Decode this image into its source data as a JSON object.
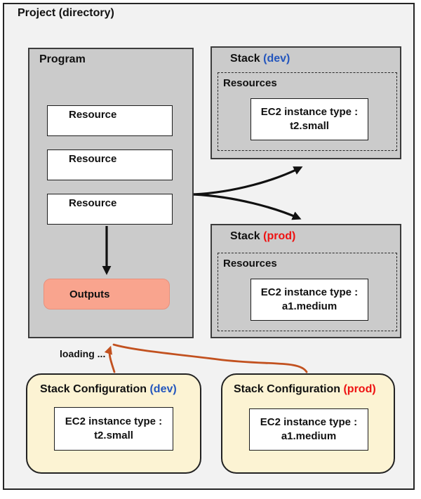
{
  "project_title": "Project (directory)",
  "program": {
    "title": "Program",
    "resources": [
      "Resource",
      "Resource",
      "Resource"
    ],
    "outputs_label": "Outputs"
  },
  "stacks": [
    {
      "name": "Stack",
      "env": "(dev)",
      "resources_label": "Resources",
      "instance": {
        "line1": "EC2 instance type :",
        "line2": "t2.small"
      }
    },
    {
      "name": "Stack",
      "env": "(prod)",
      "resources_label": "Resources",
      "instance": {
        "line1": "EC2 instance type :",
        "line2": "a1.medium"
      }
    }
  ],
  "loading_label": "loading ...",
  "configs": [
    {
      "name": "Stack Configuration",
      "env": "(dev)",
      "instance": {
        "line1": "EC2 instance type :",
        "line2": "t2.small"
      }
    },
    {
      "name": "Stack Configuration",
      "env": "(prod)",
      "instance": {
        "line1": "EC2 instance type :",
        "line2": "a1.medium"
      }
    }
  ],
  "colors": {
    "background": "#f2f2f2",
    "panel_gray": "#cbcbcb",
    "border_dark": "#262626",
    "white_box": "#ffffff",
    "outputs_fill": "#f9a48e",
    "outputs_border": "#e8907c",
    "yellow_fill": "#fcf3d3",
    "dev_blue": "#2456bd",
    "prod_red": "#ee1111",
    "orange_arrow": "#c2511f",
    "black_arrow": "#111111"
  }
}
